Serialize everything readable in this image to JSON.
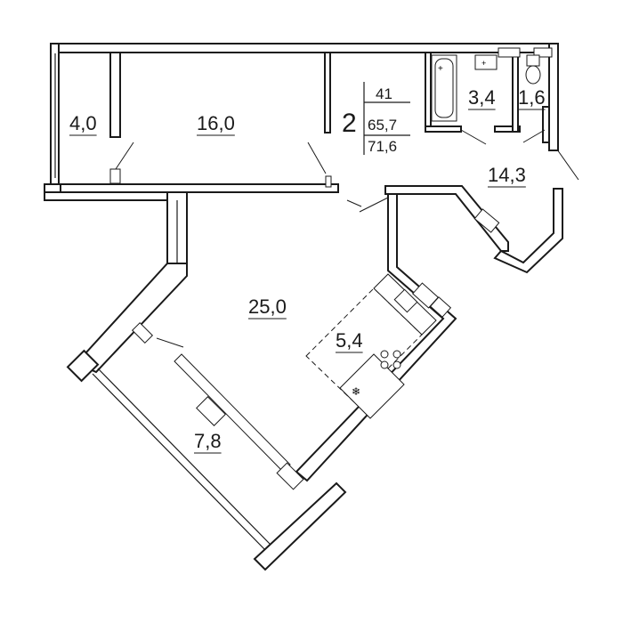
{
  "rooms": {
    "loggia_left": "4,0",
    "bedroom": "16,0",
    "bathroom": "3,4",
    "toilet": "1,6",
    "hall": "14,3",
    "living": "25,0",
    "kitchen": "5,4",
    "loggia_bottom": "7,8"
  },
  "info": {
    "rooms_count": "2",
    "number": "41",
    "area_living": "65,7",
    "area_total": "71,6"
  },
  "icons": {
    "fan": "❄"
  }
}
